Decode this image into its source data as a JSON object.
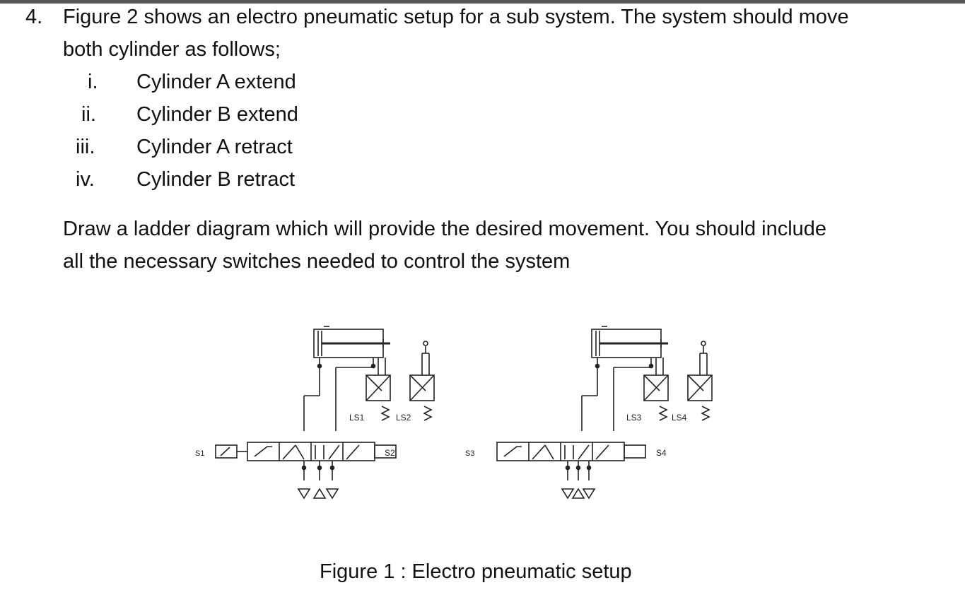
{
  "question": {
    "number": "4.",
    "intro_line1": "Figure 2 shows an electro pneumatic setup for a sub system. The system should move",
    "intro_line2": "both cylinder as follows;",
    "steps": [
      {
        "num": "i.",
        "text": "Cylinder A extend"
      },
      {
        "num": "ii.",
        "text": "Cylinder B extend"
      },
      {
        "num": "iii.",
        "text": "Cylinder A retract"
      },
      {
        "num": "iv.",
        "text": "Cylinder B retract"
      }
    ],
    "task_line1": "Draw a ladder diagram which will provide the desired movement. You should include",
    "task_line2": "all the necessary switches needed to control the system"
  },
  "figure": {
    "caption": "Figure 1 : Electro pneumatic setup",
    "left": {
      "switch_a": "LS1",
      "switch_b": "LS2",
      "solenoid_left": "S1",
      "solenoid_right": "S2"
    },
    "right": {
      "switch_a": "LS3",
      "switch_b": "LS4",
      "solenoid_left": "S3",
      "solenoid_right": "S4"
    }
  }
}
